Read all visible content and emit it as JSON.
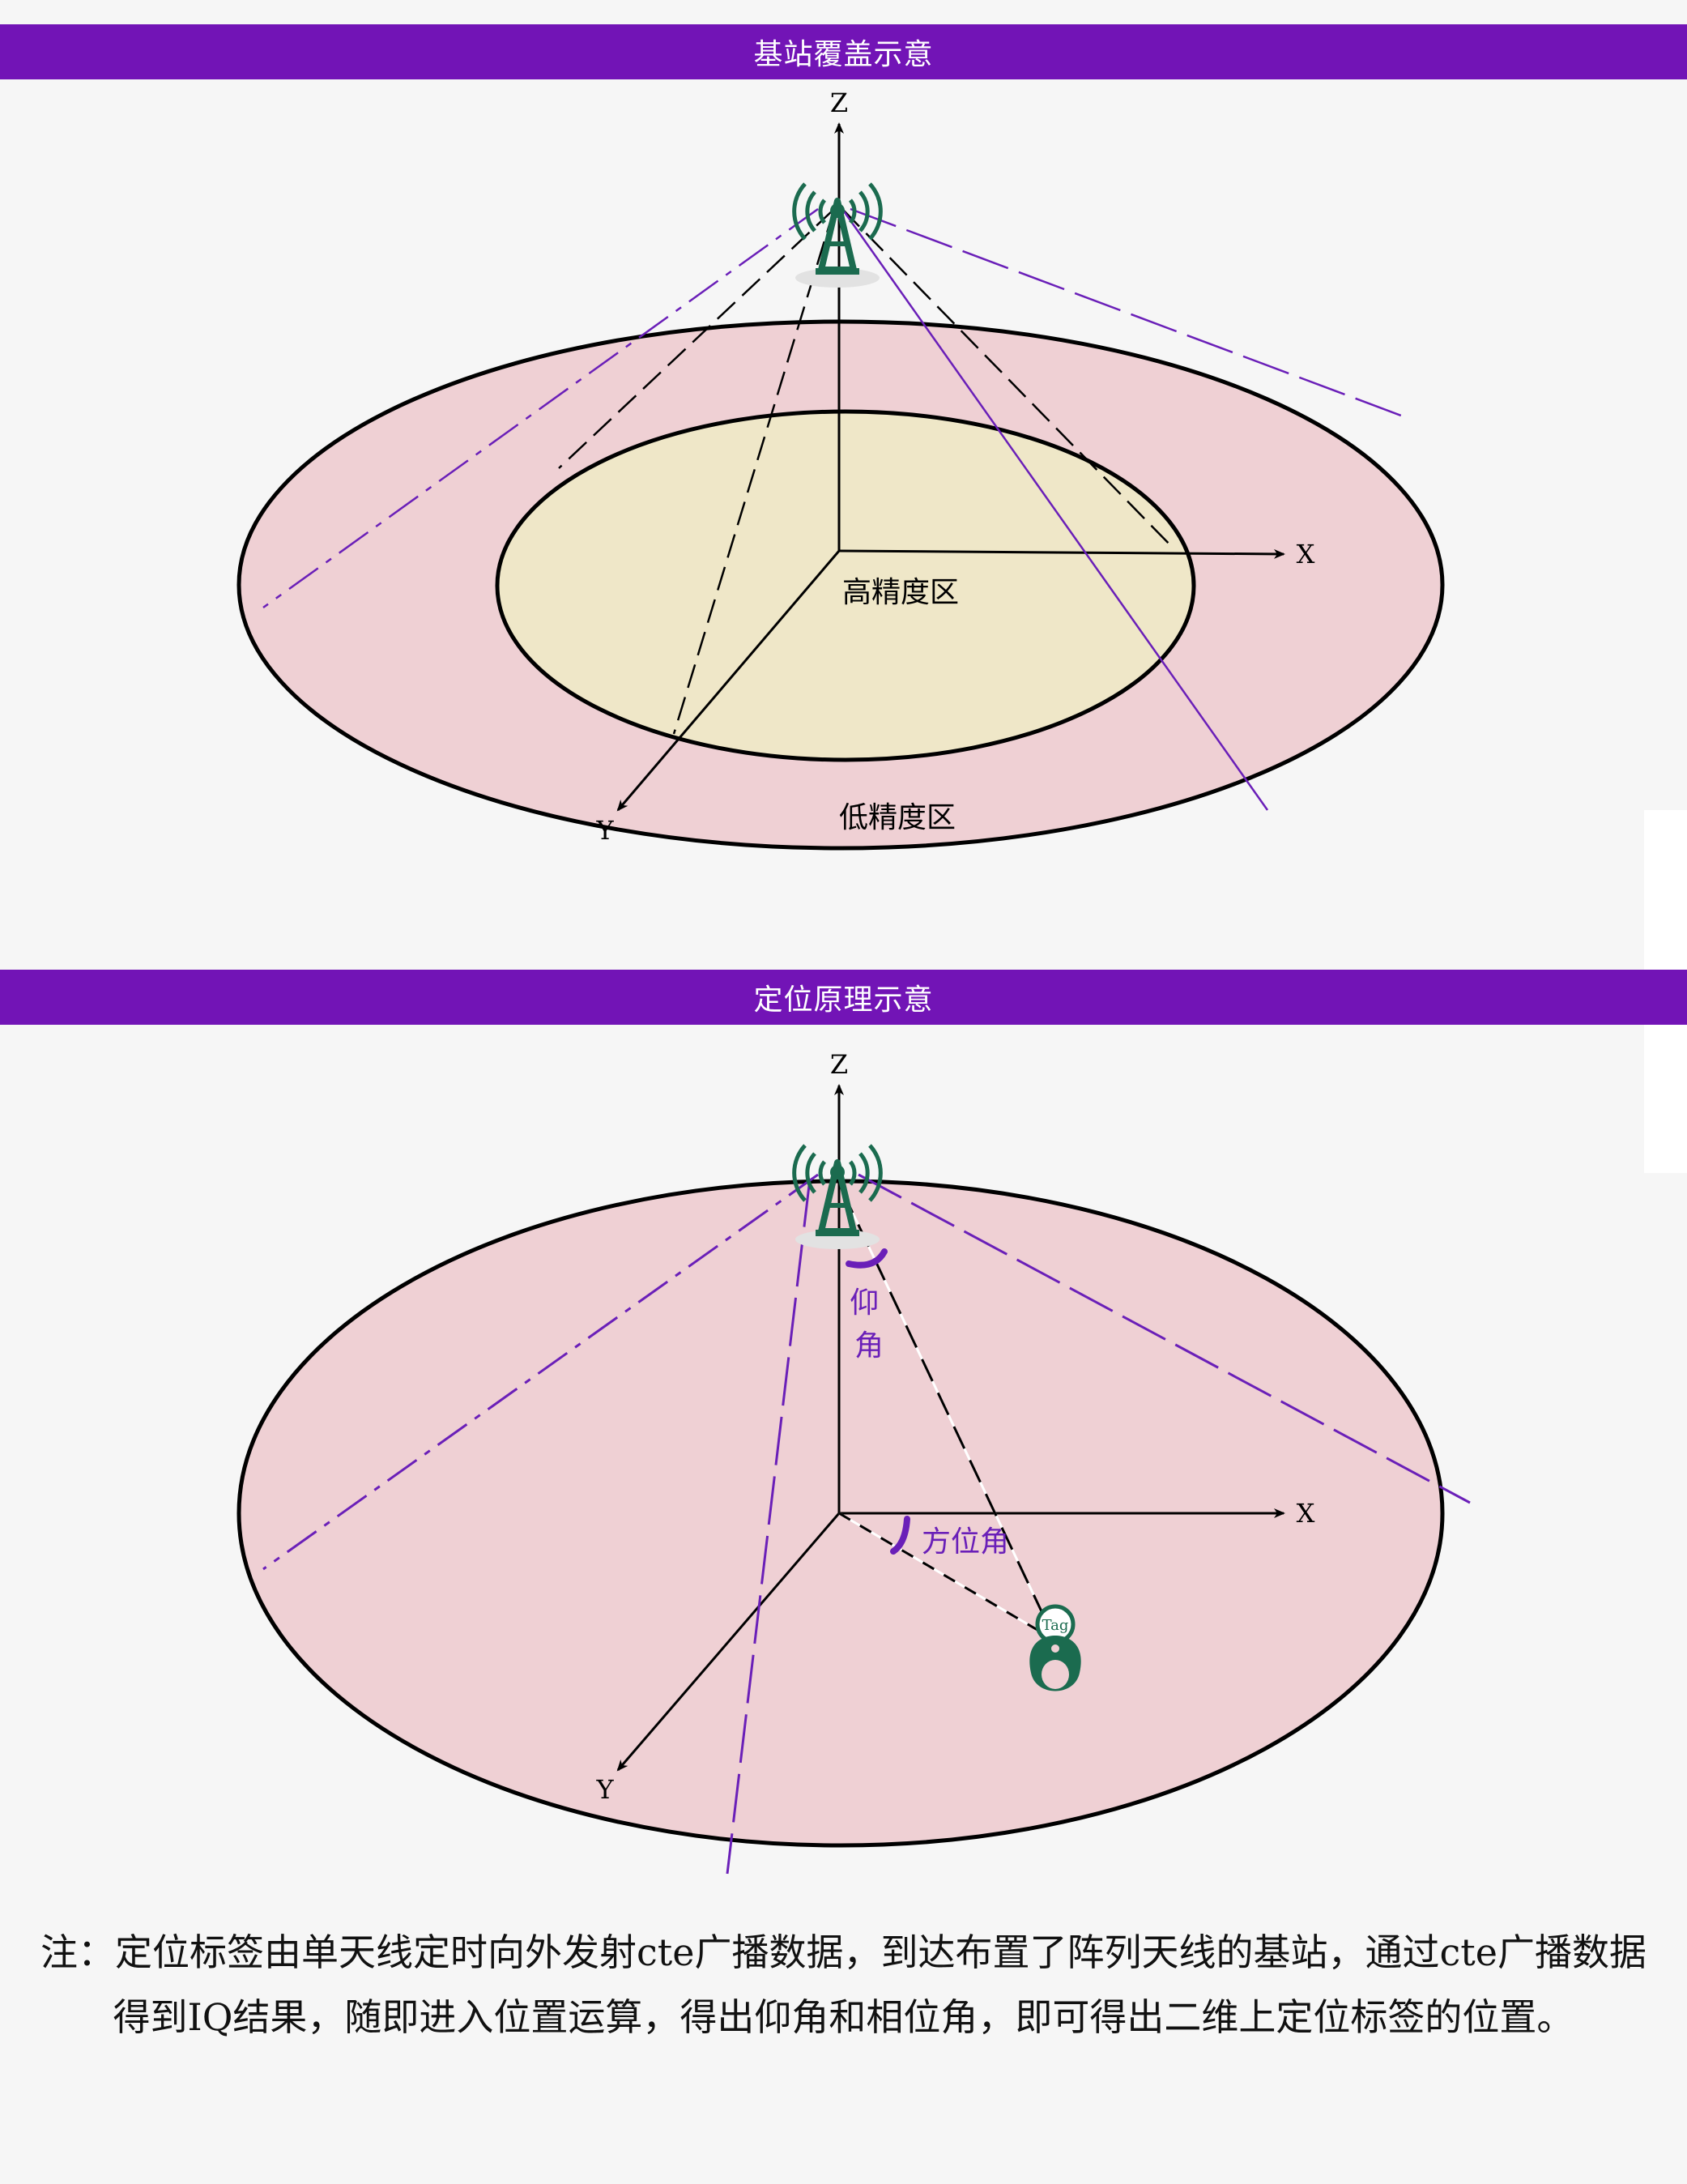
{
  "panels": {
    "coverage": {
      "title": "基站覆盖示意",
      "axis_z": "Z",
      "axis_x": "X",
      "axis_y": "Y",
      "inner_zone_label": "高精度区",
      "outer_zone_label": "低精度区"
    },
    "principle": {
      "title": "定位原理示意",
      "axis_z": "Z",
      "axis_x": "X",
      "axis_y": "Y",
      "elevation_label": "仰\n角",
      "azimuth_label": "方位角",
      "tag_label": "Tag"
    }
  },
  "note": "注：定位标签由单天线定时向外发射cte广播数据，到达布置了阵列天线的基站，通过cte广播数据得到IQ结果，随即进入位置运算，得出仰角和相位角，即可得出二维上定位标签的位置。",
  "colors": {
    "header": "#7214b6",
    "outer_zone": "#efd0d4",
    "inner_zone": "#efe7c8",
    "accent_line": "#6a1fb8",
    "antenna": "#1b6b4f"
  },
  "icons": [
    "antenna-tower-icon",
    "tag-icon"
  ]
}
